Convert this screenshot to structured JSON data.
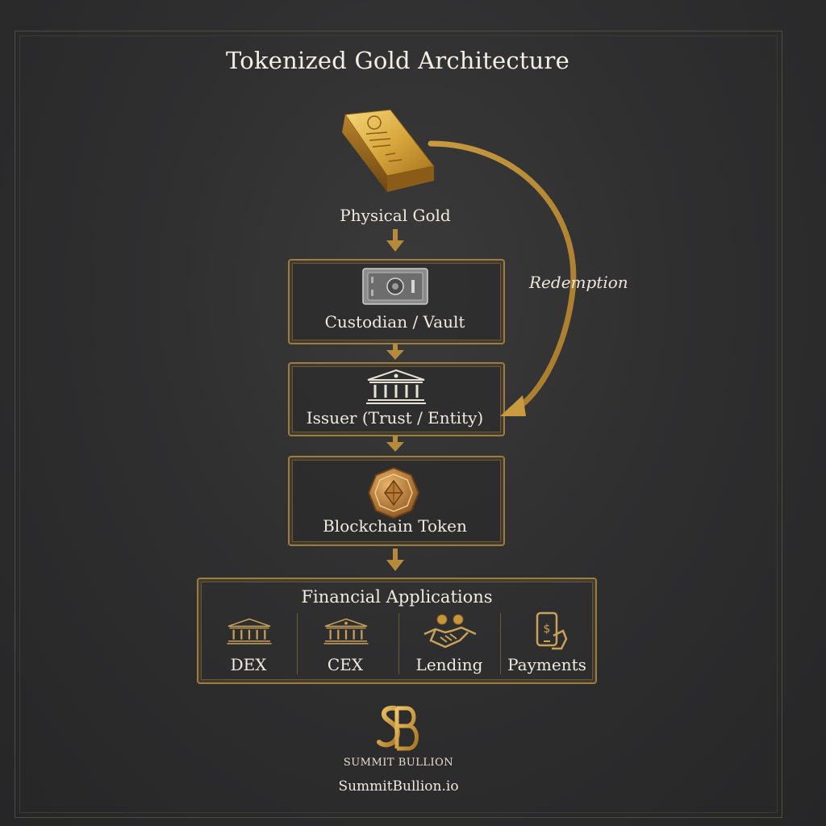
{
  "title": "Tokenized Gold Architecture",
  "nodes": {
    "physical_gold": "Physical Gold",
    "custodian": "Custodian / Vault",
    "issuer": "Issuer (Trust / Entity)",
    "token": "Blockchain Token"
  },
  "redemption_label": "Redemption",
  "financial_applications": {
    "title": "Financial Applications",
    "items": [
      "DEX",
      "CEX",
      "Lending",
      "Payments"
    ]
  },
  "brand": {
    "name": "SUMMIT BULLION",
    "url": "SummitBullion.io"
  },
  "colors": {
    "background": "#2f2f30",
    "gold_accent": "#9c7c3f",
    "text": "#f0ebe1"
  },
  "icons": [
    "gold-bar-icon",
    "vault-safe-icon",
    "bank-building-icon",
    "token-coin-icon",
    "handshake-icon",
    "mobile-payment-icon",
    "summit-bullion-logo"
  ]
}
